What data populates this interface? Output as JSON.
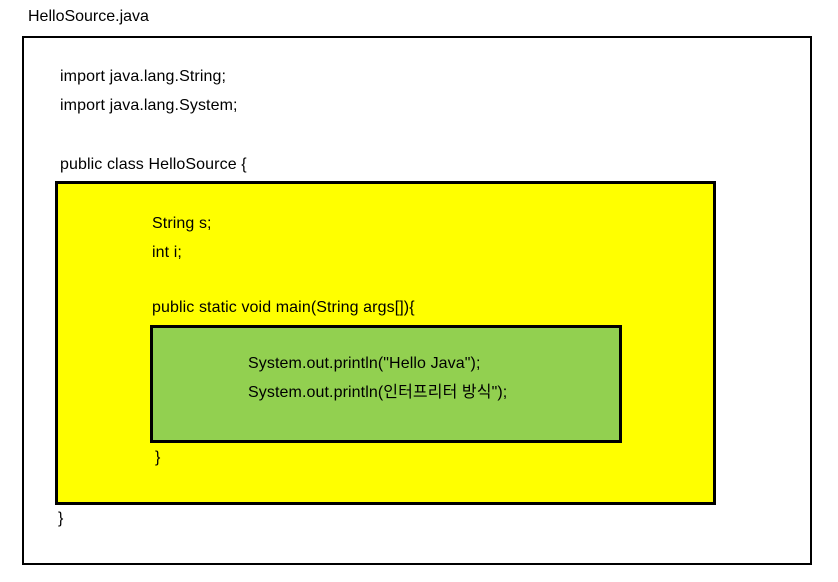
{
  "title": "HelloSource.java",
  "colors": {
    "page_background": "#ffffff",
    "box_border": "#000000",
    "class_body_background": "#ffff00",
    "main_body_background": "#92d050",
    "text": "#000000"
  },
  "code": {
    "imports": [
      "import java.lang.String;",
      "import java.lang.System;"
    ],
    "class_open": "public class HelloSource {",
    "class_close": "}",
    "fields": [
      "String s;",
      "int i;"
    ],
    "main_open": "public static void main(String args[]){",
    "main_close": "}",
    "statements": [
      "System.out.println(\"Hello Java\");",
      "System.out.println(인터프리터 방식\");"
    ]
  }
}
